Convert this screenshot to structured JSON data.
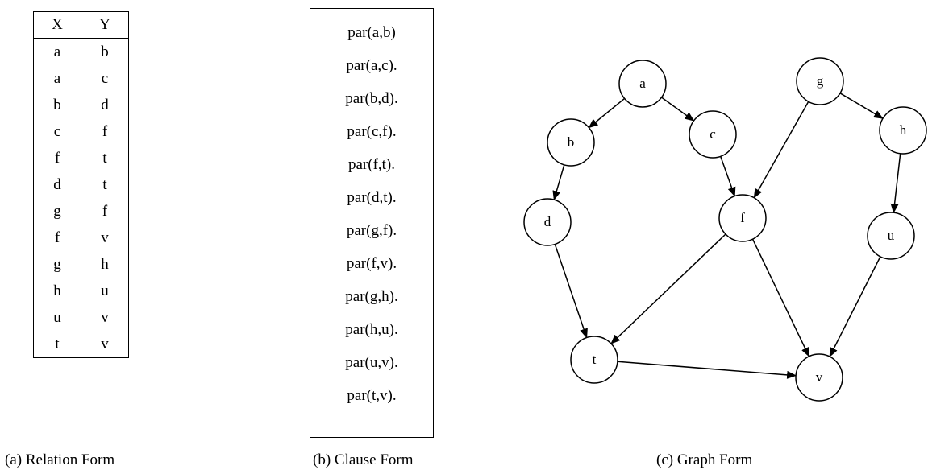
{
  "relation": {
    "headers": [
      "X",
      "Y"
    ],
    "rows": [
      [
        "a",
        "b"
      ],
      [
        "a",
        "c"
      ],
      [
        "b",
        "d"
      ],
      [
        "c",
        "f"
      ],
      [
        "f",
        "t"
      ],
      [
        "d",
        "t"
      ],
      [
        "g",
        "f"
      ],
      [
        "f",
        "v"
      ],
      [
        "g",
        "h"
      ],
      [
        "h",
        "u"
      ],
      [
        "u",
        "v"
      ],
      [
        "t",
        "v"
      ]
    ]
  },
  "clauses": [
    "par(a,b)",
    "par(a,c).",
    "par(b,d).",
    "par(c,f).",
    "par(f,t).",
    "par(d,t).",
    "par(g,f).",
    "par(f,v).",
    "par(g,h).",
    "par(h,u).",
    "par(u,v).",
    "par(t,v)."
  ],
  "graph": {
    "nodes": [
      "a",
      "b",
      "c",
      "d",
      "f",
      "t",
      "v",
      "g",
      "h",
      "u"
    ],
    "edges": [
      [
        "a",
        "b"
      ],
      [
        "a",
        "c"
      ],
      [
        "b",
        "d"
      ],
      [
        "c",
        "f"
      ],
      [
        "d",
        "t"
      ],
      [
        "f",
        "t"
      ],
      [
        "f",
        "v"
      ],
      [
        "t",
        "v"
      ],
      [
        "g",
        "f"
      ],
      [
        "g",
        "h"
      ],
      [
        "h",
        "u"
      ],
      [
        "u",
        "v"
      ]
    ]
  },
  "captions": {
    "relation": "(a) Relation Form",
    "clause": "(b) Clause Form",
    "graph": "(c) Graph Form"
  }
}
